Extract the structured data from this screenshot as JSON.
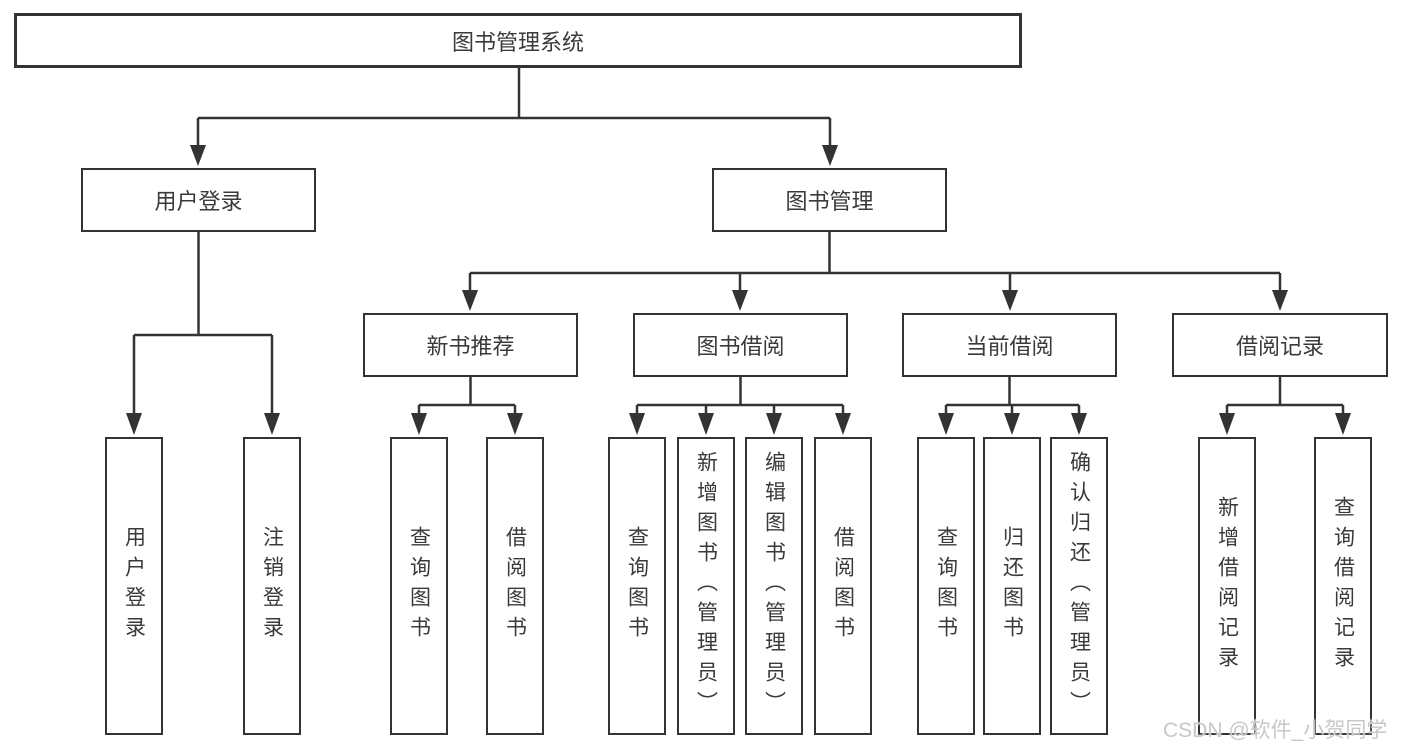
{
  "tree": {
    "root": {
      "label": "图书管理系统"
    },
    "level2": [
      {
        "label": "用户登录"
      },
      {
        "label": "图书管理"
      }
    ],
    "level3": [
      {
        "label": "新书推荐",
        "parent": "图书管理"
      },
      {
        "label": "图书借阅",
        "parent": "图书管理"
      },
      {
        "label": "当前借阅",
        "parent": "图书管理"
      },
      {
        "label": "借阅记录",
        "parent": "图书管理"
      }
    ],
    "leaves": [
      {
        "label": "用户登录",
        "parent": "用户登录"
      },
      {
        "label": "注销登录",
        "parent": "用户登录"
      },
      {
        "label": "查询图书",
        "parent": "新书推荐"
      },
      {
        "label": "借阅图书",
        "parent": "新书推荐"
      },
      {
        "label": "查询图书",
        "parent": "图书借阅"
      },
      {
        "label": "新增图书（管理员）",
        "parent": "图书借阅"
      },
      {
        "label": "编辑图书（管理员）",
        "parent": "图书借阅"
      },
      {
        "label": "借阅图书",
        "parent": "图书借阅"
      },
      {
        "label": "查询图书",
        "parent": "当前借阅"
      },
      {
        "label": "归还图书",
        "parent": "当前借阅"
      },
      {
        "label": "确认归还（管理员）",
        "parent": "当前借阅"
      },
      {
        "label": "新增借阅记录",
        "parent": "借阅记录"
      },
      {
        "label": "查询借阅记录",
        "parent": "借阅记录"
      }
    ]
  },
  "watermark": {
    "text": "CSDN @软件_小贺同学"
  },
  "colors": {
    "line": "#333333",
    "text": "#3a3a3a",
    "watermark": "#c8c8c8",
    "background": "#ffffff"
  }
}
